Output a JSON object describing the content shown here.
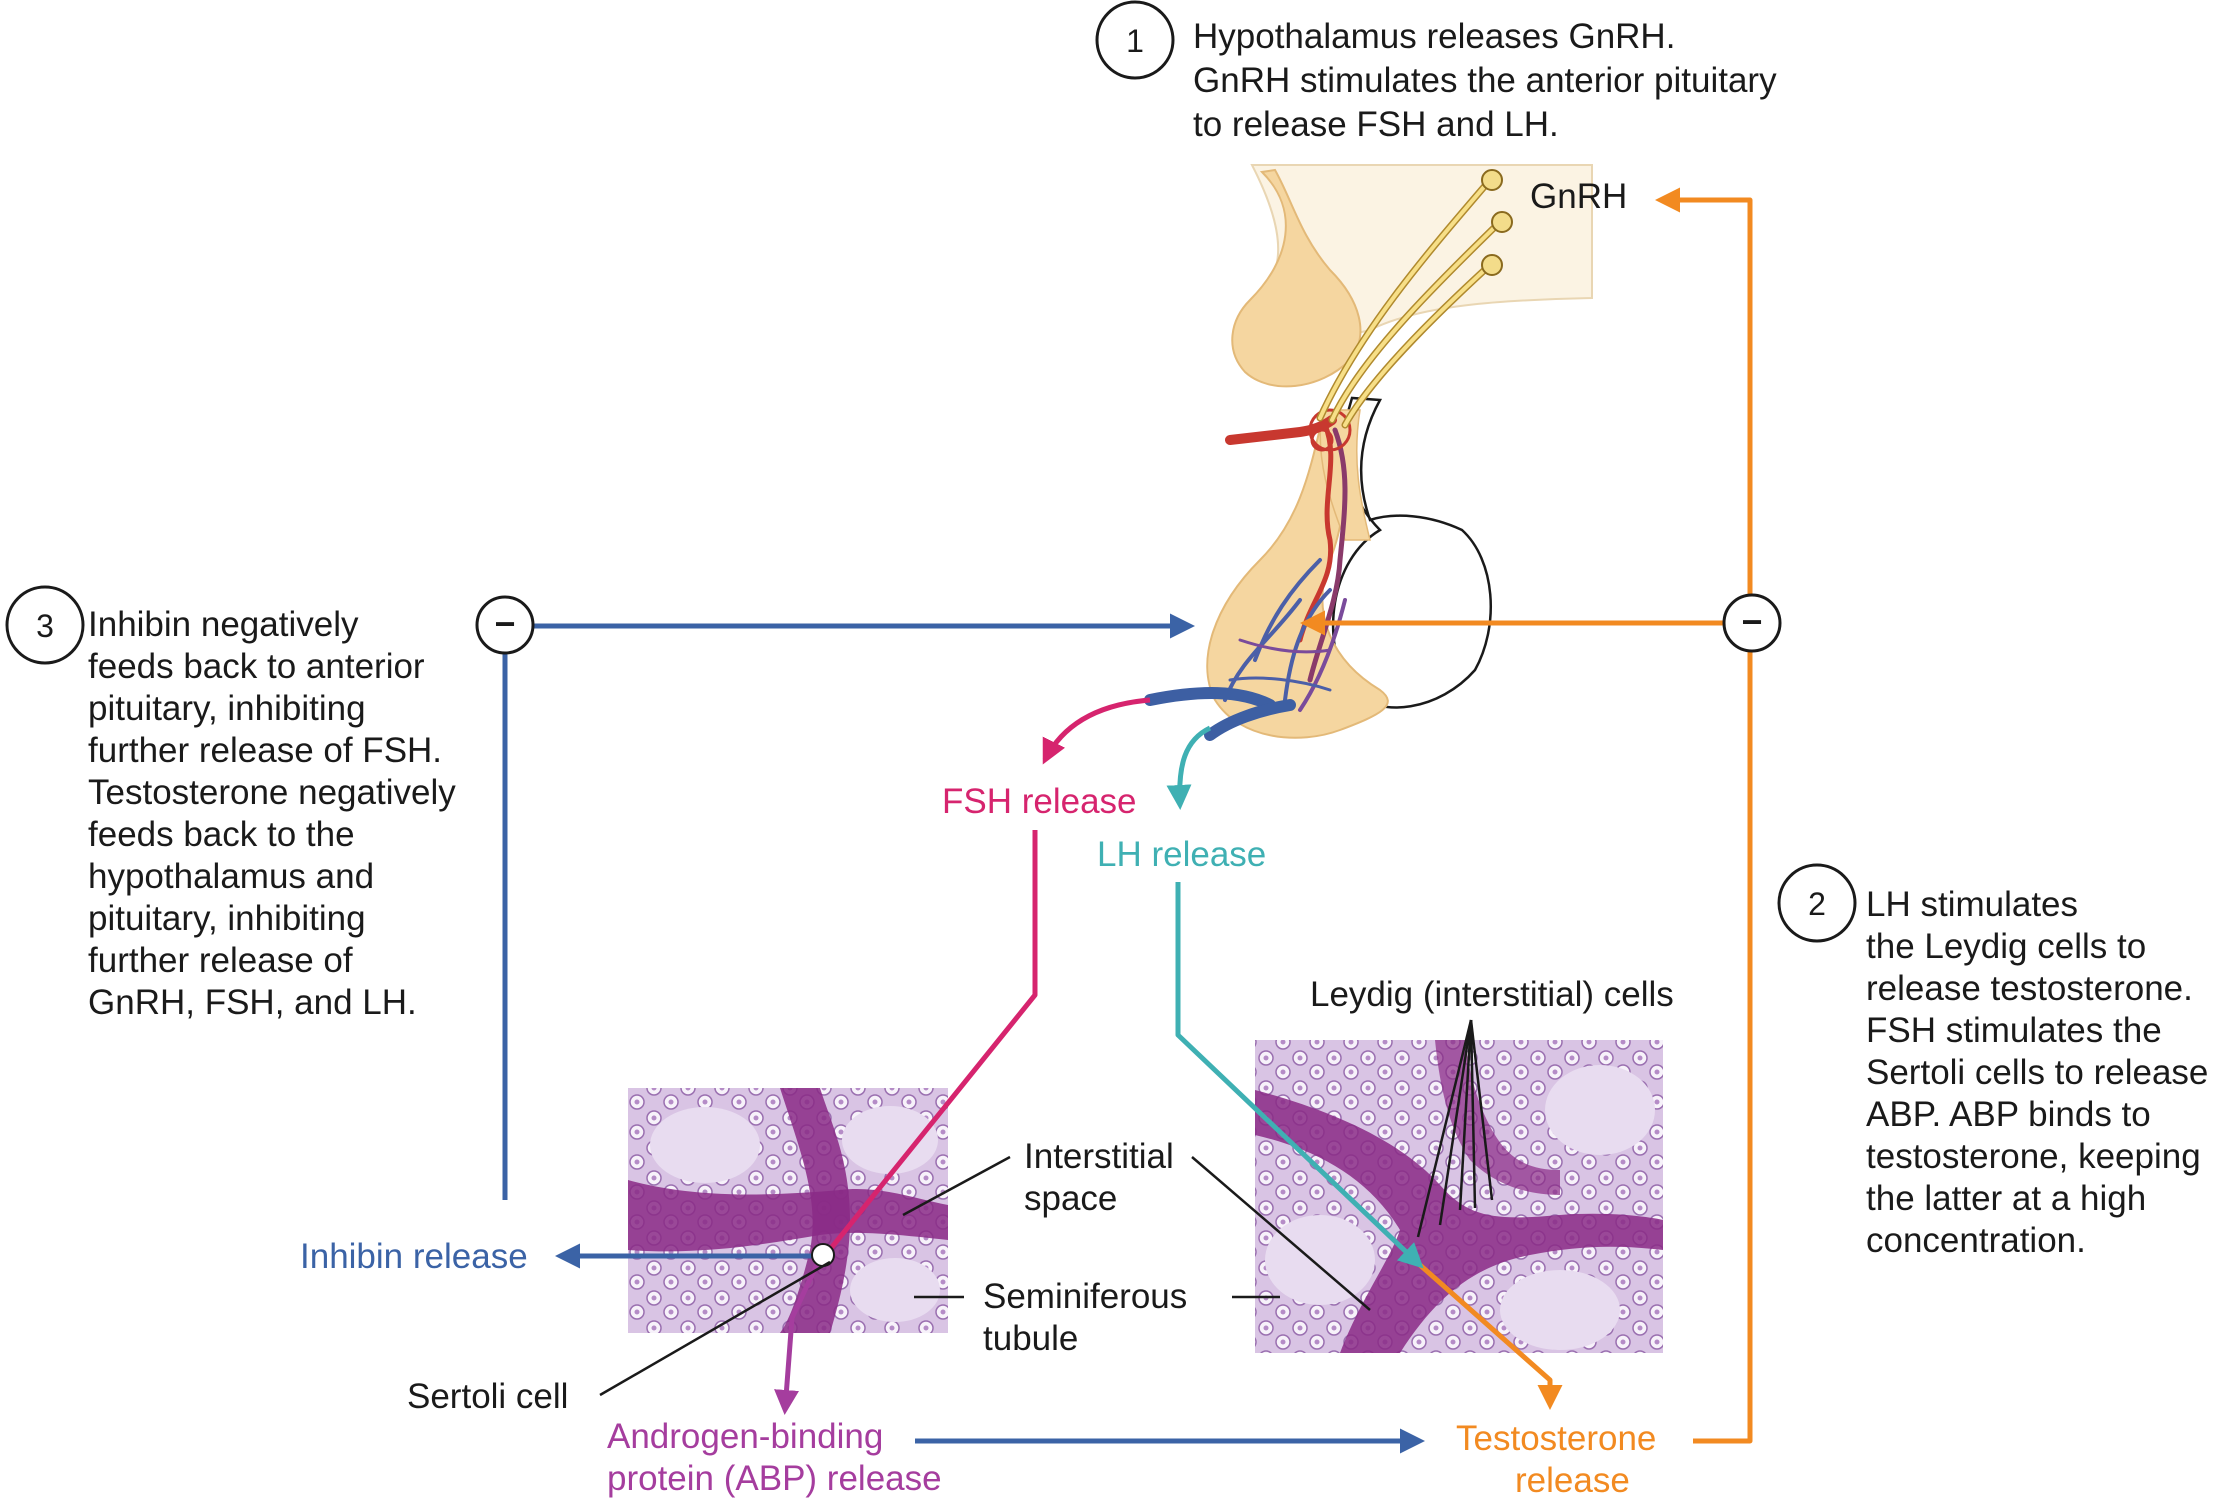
{
  "steps": {
    "s1": {
      "number": "1",
      "lines": [
        "Hypothalamus releases GnRH.",
        "GnRH stimulates the anterior pituitary",
        "to release FSH and LH."
      ]
    },
    "s2": {
      "number": "2",
      "lines": [
        "LH stimulates",
        "the Leydig cells to",
        "release testosterone.",
        "FSH stimulates the",
        "Sertoli cells to release",
        "ABP. ABP binds to",
        "testosterone, keeping",
        "the latter at a high",
        "concentration."
      ]
    },
    "s3": {
      "number": "3",
      "lines": [
        "Inhibin negatively",
        "feeds back to anterior",
        "pituitary, inhibiting",
        "further release of FSH.",
        "Testosterone negatively",
        "feeds back to the",
        "hypothalamus and",
        "pituitary, inhibiting",
        "further release of",
        "GnRH, FSH, and LH."
      ]
    }
  },
  "labels": {
    "gnrh": "GnRH",
    "fsh_release": "FSH release",
    "lh_release": "LH release",
    "inhibin_release": "Inhibin release",
    "abp_release": [
      "Androgen-binding",
      "protein (ABP) release"
    ],
    "testosterone_release": [
      "Testosterone",
      "release"
    ],
    "leydig_cells": "Leydig (interstitial) cells",
    "interstitial_space": [
      "Interstitial",
      "space"
    ],
    "seminiferous_tubule": [
      "Seminiferous",
      "tubule"
    ],
    "sertoli_cell": "Sertoli cell"
  },
  "feedback_symbols": {
    "minus": "−"
  },
  "colors": {
    "fsh": "#d6246e",
    "lh": "#3fb0b3",
    "inhibin": "#3b63a6",
    "testosterone": "#f28a21",
    "abp": "#a53d9e",
    "text": "#1a1a1a",
    "tissue_dark": "#8a2a86",
    "tissue_light": "#d8c2e3",
    "pituitary": "#f5d6a0"
  }
}
